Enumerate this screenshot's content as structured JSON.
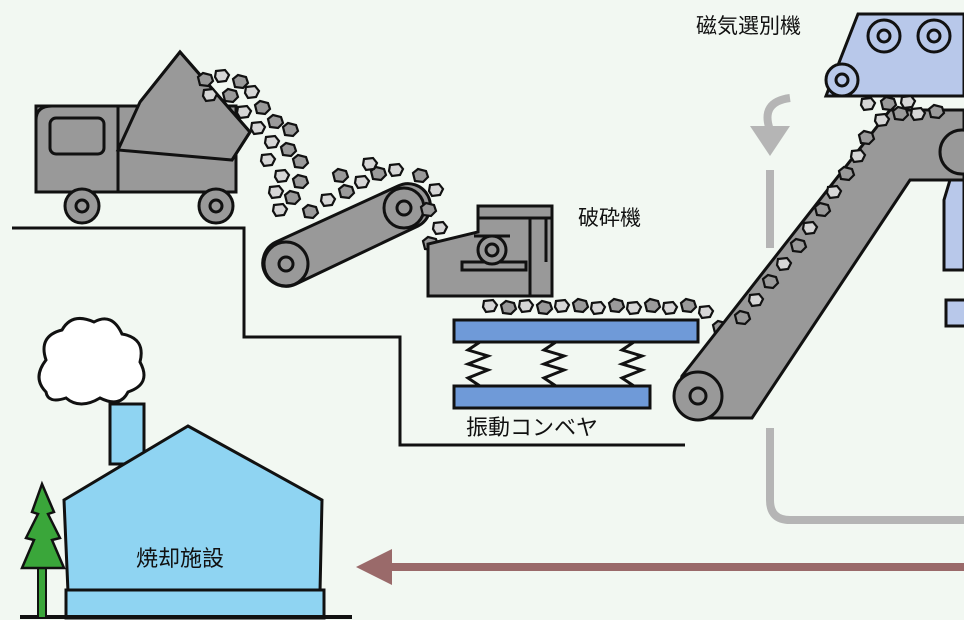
{
  "labels": {
    "truck": "",
    "crusher": "破砕機",
    "vibrating_conveyor": "振動コンベヤ",
    "magnetic_separator": "磁気選別機",
    "incinerator": "焼却施設"
  },
  "colors": {
    "background": "#f2f8f2",
    "machine_gray": "#999999",
    "conveyor_blue": "#6f9ad8",
    "separator_blue": "#b8c8ea",
    "building_blue": "#8fd4f2",
    "return_arrow": "#9a6a6a",
    "flow_arrow": "#b5b5b5",
    "tree_green": "#3aa63a"
  },
  "icons": [
    "dump-truck-icon",
    "conveyor-belt-icon",
    "crusher-icon",
    "vibrating-conveyor-icon",
    "inclined-conveyor-icon",
    "magnetic-separator-icon",
    "incinerator-building-icon",
    "tree-icon",
    "smoke-icon",
    "arrow-left-icon",
    "curved-arrow-down-icon"
  ]
}
